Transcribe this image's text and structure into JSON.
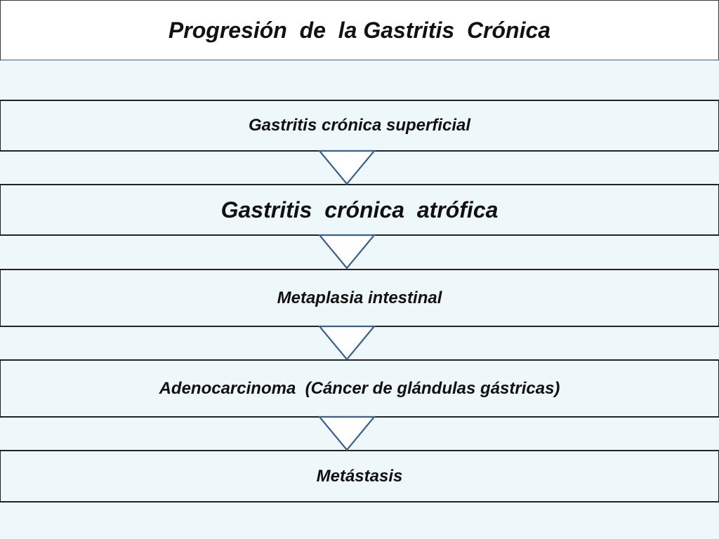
{
  "diagram": {
    "title": "Progresión  de  la Gastritis  Crónica",
    "steps": [
      {
        "label": "Gastritis crónica superficial"
      },
      {
        "label": "Gastritis  crónica  atrófica"
      },
      {
        "label": "Metaplasia intestinal"
      },
      {
        "label": "Adenocarcinoma  (Cáncer de glándulas gástricas)"
      },
      {
        "label": "Metástasis"
      }
    ]
  },
  "colors": {
    "box_fill": "#eef8fb",
    "border": "#222222",
    "arrow_stroke": "#3b5f8a",
    "text": "#111111"
  }
}
